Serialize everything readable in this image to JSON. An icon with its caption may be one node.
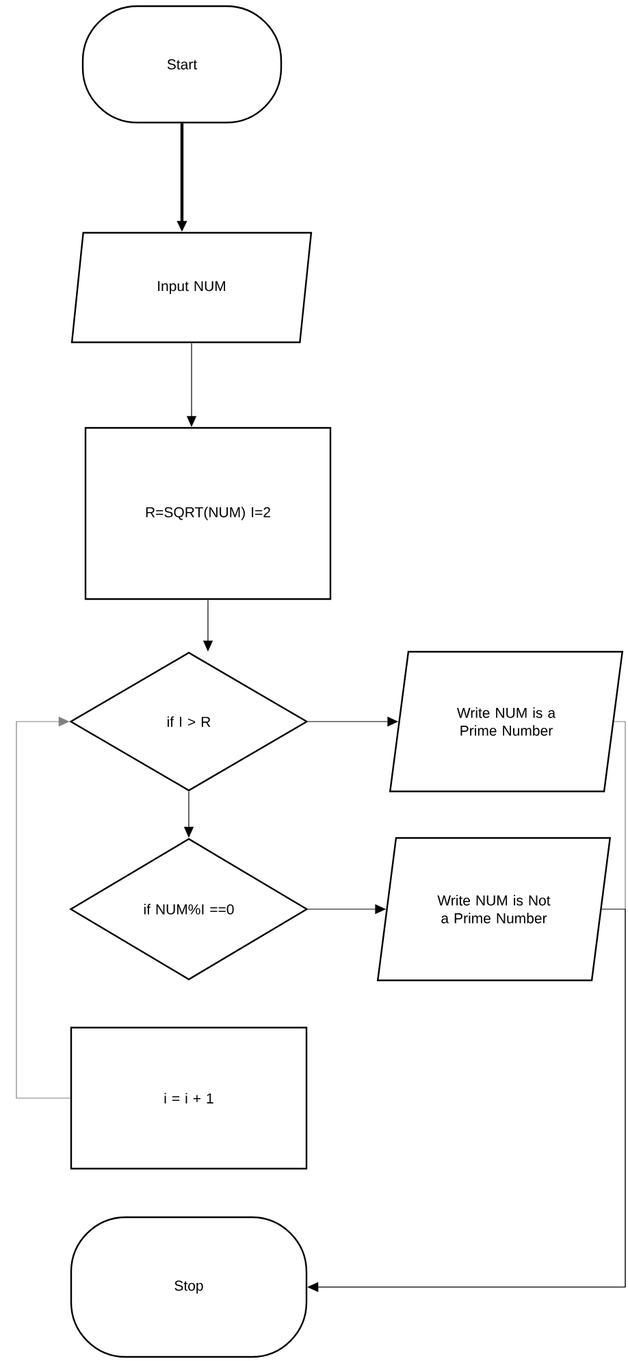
{
  "diagram": {
    "nodes": [
      {
        "text": [
          "Start"
        ]
      },
      {
        "text": [
          "Input NUM"
        ]
      },
      {
        "text": [
          "R=SQRT(NUM) I=2"
        ]
      },
      {
        "text": [
          "if I > R"
        ]
      },
      {
        "text": [
          "Write NUM is a Prime Number"
        ]
      },
      {
        "text": [
          "if NUM%I ==0"
        ]
      },
      {
        "text": [
          "Write NUM is Not a Prime Number"
        ]
      },
      {
        "text": [
          "i = i + 1"
        ]
      },
      {
        "text": [
          "Stop"
        ]
      }
    ],
    "edges": [
      {
        "from": 0,
        "to": 1,
        "arrow": "to",
        "style": "thick"
      },
      {
        "from": 1,
        "to": 2,
        "arrow": "to"
      },
      {
        "from": 2,
        "to": 3,
        "arrow": "to"
      },
      {
        "from": 3,
        "to": 4,
        "arrow": "to"
      },
      {
        "from": 3,
        "to": 5,
        "arrow": "to"
      },
      {
        "from": 5,
        "to": 6,
        "arrow": "to"
      },
      {
        "from": 7,
        "to": 3,
        "arrow": "to",
        "color": "#808080"
      },
      {
        "from": 4,
        "to": 8,
        "arrow": "to",
        "color": "#808080"
      },
      {
        "from": 6,
        "to": 8,
        "arrow": "to"
      }
    ]
  }
}
